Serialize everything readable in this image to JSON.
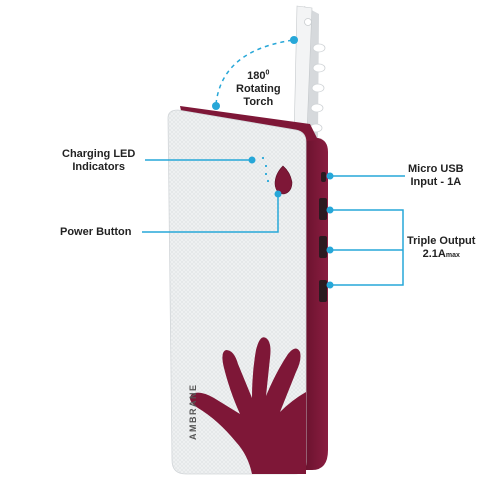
{
  "image": {
    "brand": "AMBRANE",
    "colors": {
      "body_white": "#eef0f1",
      "body_maroon": "#7e1737",
      "accent_cyan": "#27a7d8",
      "text": "#222222"
    },
    "annotations": {
      "torch": {
        "number": "180",
        "superscript": "0",
        "line2": "Rotating",
        "line3": "Torch"
      },
      "led": {
        "line1": "Charging LED",
        "line2": "Indicators"
      },
      "power": {
        "text": "Power Button"
      },
      "usb": {
        "line1": "Micro USB",
        "line2": "Input - 1A"
      },
      "output": {
        "line1": "Triple Output",
        "value": "2.1A",
        "unit": "max"
      }
    }
  }
}
